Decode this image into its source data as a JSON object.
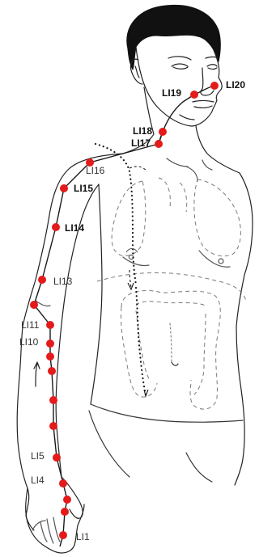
{
  "diagram": {
    "meridian_color": "#1a1a1a",
    "point_color": "#e41b1b",
    "hair_color": "#111111",
    "body_outline_color": "#222222",
    "organ_outline_color": "#7a7a7a"
  },
  "points": [
    {
      "id": "li1",
      "label": "LI1"
    },
    {
      "id": "li2",
      "label": ""
    },
    {
      "id": "li3",
      "label": ""
    },
    {
      "id": "li4",
      "label": "LI4"
    },
    {
      "id": "li5",
      "label": "LI5"
    },
    {
      "id": "li6",
      "label": ""
    },
    {
      "id": "li7",
      "label": ""
    },
    {
      "id": "li8",
      "label": ""
    },
    {
      "id": "li9",
      "label": ""
    },
    {
      "id": "li10",
      "label": "LI10"
    },
    {
      "id": "li11",
      "label": "LI11"
    },
    {
      "id": "li12",
      "label": ""
    },
    {
      "id": "li13",
      "label": "LI13"
    },
    {
      "id": "li14",
      "label": "LI14"
    },
    {
      "id": "li15",
      "label": "LI15"
    },
    {
      "id": "li16",
      "label": "LI16"
    },
    {
      "id": "li17",
      "label": "LI17"
    },
    {
      "id": "li18",
      "label": "LI18"
    },
    {
      "id": "li19",
      "label": "LI19"
    },
    {
      "id": "li20",
      "label": "LI20"
    }
  ]
}
